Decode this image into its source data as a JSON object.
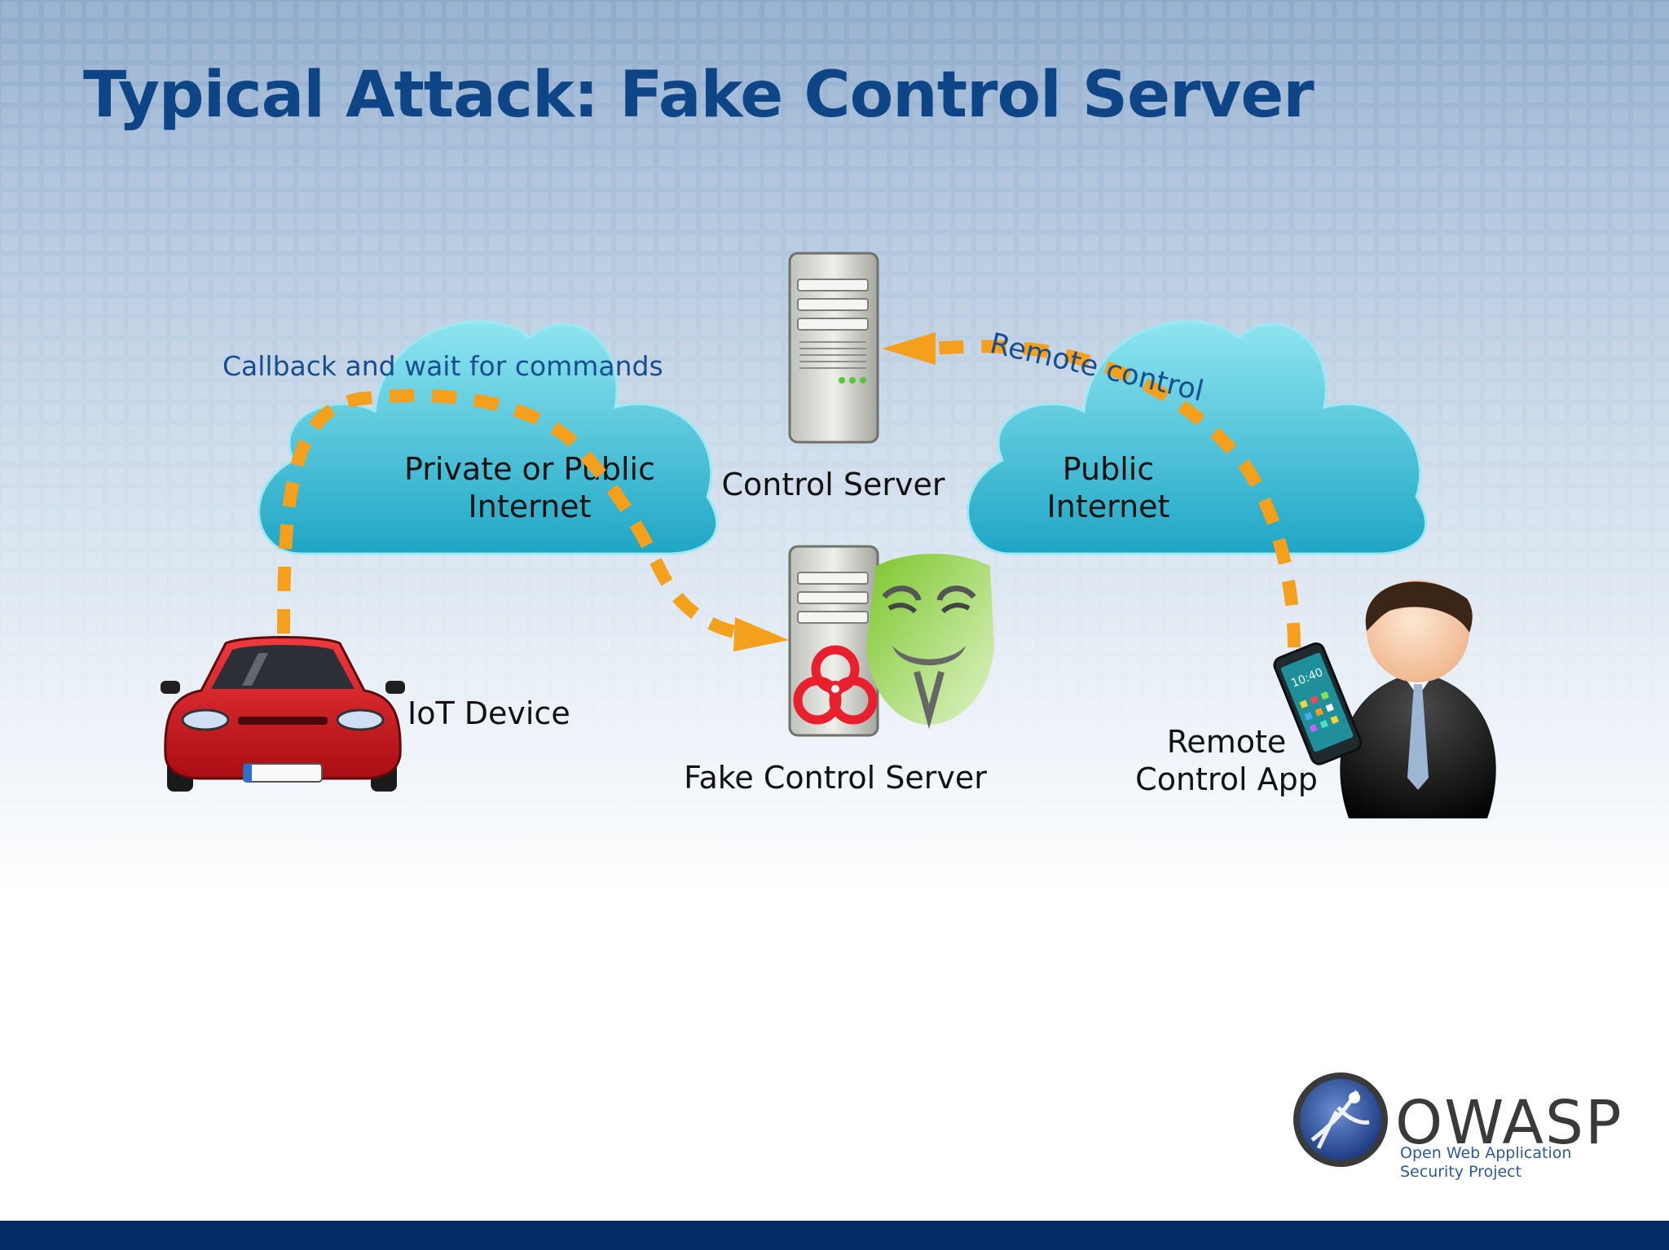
{
  "slide": {
    "title": "Typical Attack: Fake Control Server"
  },
  "clouds": {
    "left_label_line1": "Private or Public",
    "left_label_line2": "Internet",
    "right_label_line1": "Public",
    "right_label_line2": "Internet"
  },
  "nodes": {
    "control_server": "Control Server",
    "fake_control_server": "Fake Control Server",
    "iot_device": "IoT Device",
    "remote_app_line1": "Remote",
    "remote_app_line2": "Control App"
  },
  "arrows": {
    "callback_label": "Callback and wait for commands",
    "remote_control_label": "Remote control"
  },
  "phone": {
    "time": "10:40"
  },
  "logo": {
    "name": "OWASP",
    "line1": "Open Web Application",
    "line2": "Security Project"
  },
  "colors": {
    "title": "#0e4587",
    "arrow": "#f5a01c",
    "cloud": "#45c6dc",
    "footer": "#062c68",
    "car": "#d41920",
    "mask": "#9ad843"
  },
  "icons": [
    "server-icon",
    "biohazard-icon",
    "mask-icon",
    "car-icon",
    "person-icon",
    "smartphone-icon",
    "cloud-icon",
    "owasp-logo-icon"
  ]
}
